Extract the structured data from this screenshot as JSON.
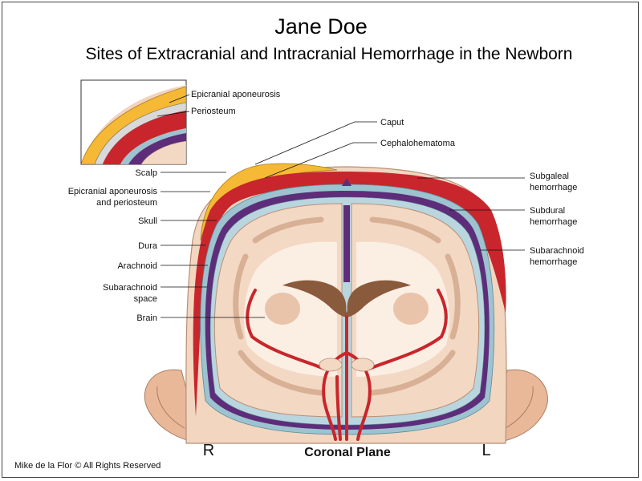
{
  "title": "Jane Doe",
  "subtitle": "Sites of Extracranial and Intracranial Hemorrhage in the Newborn",
  "inset_labels": {
    "epicranial": "Epicranial aponeurosis",
    "periosteum": "Periosteum"
  },
  "left_labels": {
    "scalp": "Scalp",
    "epi_line1": "Epicranial aponeurosis",
    "epi_line2": "and periosteum",
    "skull": "Skull",
    "dura": "Dura",
    "arachnoid": "Arachnoid",
    "subarach_line1": "Subarachnoid",
    "subarach_line2": "space",
    "brain": "Brain"
  },
  "top_labels": {
    "caput": "Caput",
    "cephalohematoma": "Cephalohematoma"
  },
  "right_labels": {
    "subgaleal_line1": "Subgaleal",
    "subgaleal_line2": "hemorrhage",
    "subdural_line1": "Subdural",
    "subdural_line2": "hemorrhage",
    "subarach_line1": "Subarachnoid",
    "subarach_line2": "hemorrhage"
  },
  "side_markers": {
    "right": "R",
    "left": "L"
  },
  "plane_label": "Coronal Plane",
  "credit": "Mike de la Flor © All Rights Reserved",
  "colors": {
    "skin": "#f2d6c0",
    "skin_edge": "#b98f77",
    "scalp_yellow": "#f5b935",
    "hemorrhage_red": "#c8262c",
    "subdural_purple": "#5e2d7a",
    "membrane_blue": "#9cc3cf",
    "brain_outer": "#f3d8c3",
    "brain_inner": "#e9c4aa",
    "white_matter": "#fbeee3",
    "ventricle_brown": "#8a5a3c",
    "ear": "#e8b899"
  }
}
